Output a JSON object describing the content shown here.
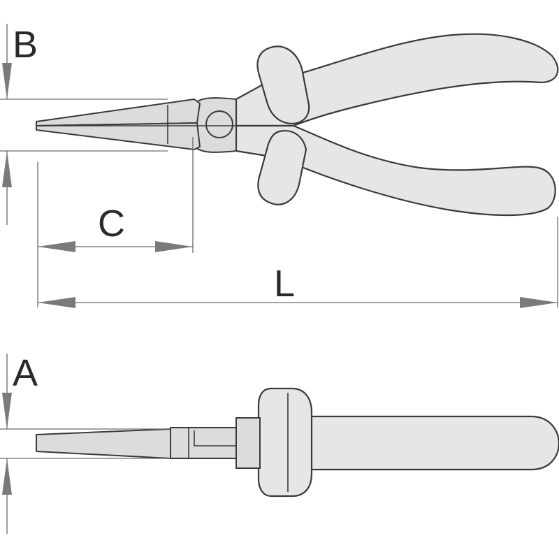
{
  "labels": {
    "b": "B",
    "c": "C",
    "l": "L",
    "a": "A"
  },
  "colors": {
    "outline": "#3a3a3a",
    "fill": "#e6e6e6",
    "dimension": "#7a7a7a"
  }
}
